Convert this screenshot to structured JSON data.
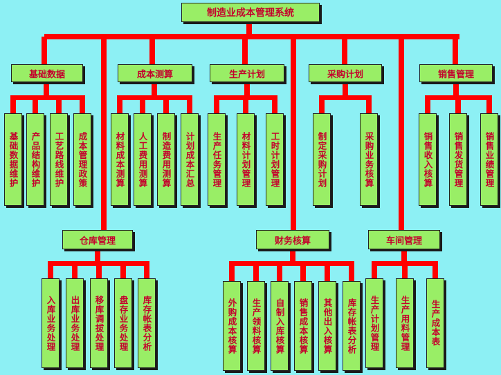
{
  "root": "制造业成本管理系统",
  "modules": {
    "m0": {
      "label": "基础数据",
      "children": [
        "基础数据维护",
        "产品结构维护",
        "工艺路线维护",
        "成本管理政策"
      ]
    },
    "m1": {
      "label": "成本测算",
      "children": [
        "材料成本测算",
        "人工费用测算",
        "制造费用测算",
        "计划成本汇总"
      ]
    },
    "m2": {
      "label": "生产计划",
      "children": [
        "生产任务管理",
        "材料计划管理",
        "工时计划管理"
      ]
    },
    "m3": {
      "label": "采购计划",
      "children": [
        "制定采购计划",
        "采购业务核算"
      ]
    },
    "m4": {
      "label": "销售管理",
      "children": [
        "销售收入核算",
        "销售发货管理",
        "销售业绩管理"
      ]
    },
    "m5": {
      "label": "仓库管理",
      "children": [
        "入库业务处理",
        "出库业务处理",
        "移库调拔处理",
        "盘存业务处理",
        "库存帐表分析"
      ]
    },
    "m6": {
      "label": "财务核算",
      "children": [
        "外购成本核算",
        "生产领料核算",
        "自制入库核算",
        "销售成本核算",
        "其他出入核算",
        "库存帐表分析"
      ]
    },
    "m7": {
      "label": "车间管理",
      "children": [
        "生产计划管理",
        "生产用料管理",
        "生产成本表"
      ]
    }
  },
  "colors": {
    "background": "#8df0f4",
    "box": "#99ee66",
    "text": "#c4002c",
    "connector": "#ff0000"
  }
}
